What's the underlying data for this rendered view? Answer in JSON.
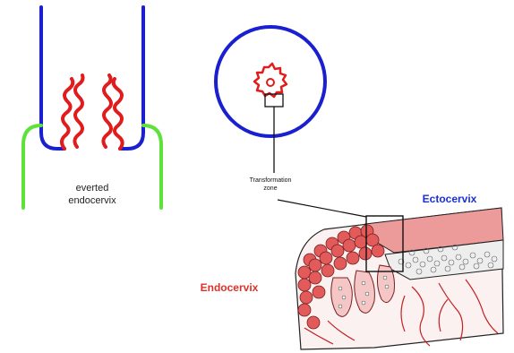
{
  "labels": {
    "everted_line1": "everted",
    "everted_line2": "endocervix",
    "transformation_line1": "Transformation",
    "transformation_line2": "zone",
    "ectocervix": "Ectocervix",
    "endocervix": "Endocervix"
  },
  "colors": {
    "blue": "#1a1fd0",
    "red": "#e01c1c",
    "green": "#5ee23a",
    "label_red": "#e0302a",
    "label_blue": "#1a2fd6",
    "tissue_pink": "#ec9a9a",
    "tissue_light": "#f4c6c6",
    "gland_red": "#e25a5a"
  }
}
